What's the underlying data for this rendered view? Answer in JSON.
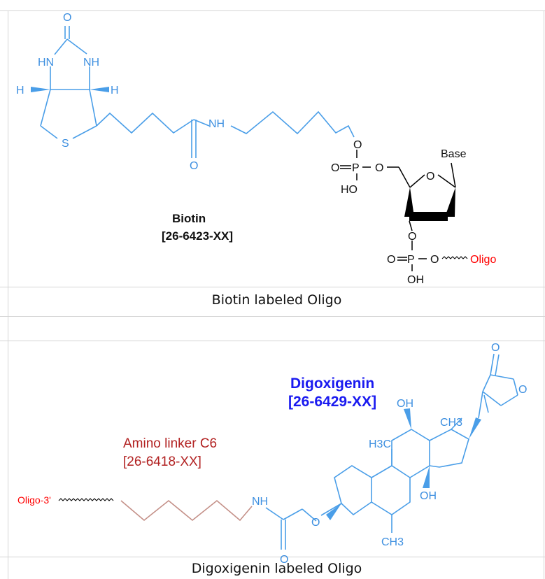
{
  "panel1": {
    "caption": "Biotin labeled Oligo",
    "compound_name": "Biotin",
    "catalog": "[26-6423-XX]",
    "atoms": {
      "o_top": "O",
      "hn_left": "HN",
      "nh_right": "NH",
      "h_left": "H",
      "h_right": "H",
      "s": "S",
      "nh_amide": "NH",
      "o_amide": "O",
      "o_link": "O",
      "o_phos_eq": "O",
      "p1": "P",
      "o_phos_ester": "O",
      "ho": "HO",
      "o_ring": "O",
      "base": "Base",
      "o3": "O",
      "o_eq2": "O",
      "p2": "P",
      "o_oligo": "O",
      "oh": "OH",
      "oligo": "Oligo"
    }
  },
  "panel2": {
    "caption": "Digoxigenin labeled Oligo",
    "compound_name": "Digoxigenin",
    "catalog": "[26-6429-XX]",
    "linker_name": "Amino linker C6",
    "linker_catalog": "[26-6418-XX]",
    "atoms": {
      "oligo3": "Oligo-3'",
      "nh": "NH",
      "o_amide": "O",
      "o_ether": "O",
      "oh_top": "OH",
      "ch3_top": "CH3",
      "h3c": "H3C",
      "oh_bottom": "OH",
      "ch3_bottom": "CH3",
      "lactone_o_top": "O",
      "lactone_o_ring": "O"
    }
  },
  "colors": {
    "biotin_blue": "#4a9ee8",
    "digoxigenin_title": "#1a1af0",
    "linker_red": "#b22222",
    "oligo_red": "#ff0000",
    "linker_bond": "#c49088"
  }
}
